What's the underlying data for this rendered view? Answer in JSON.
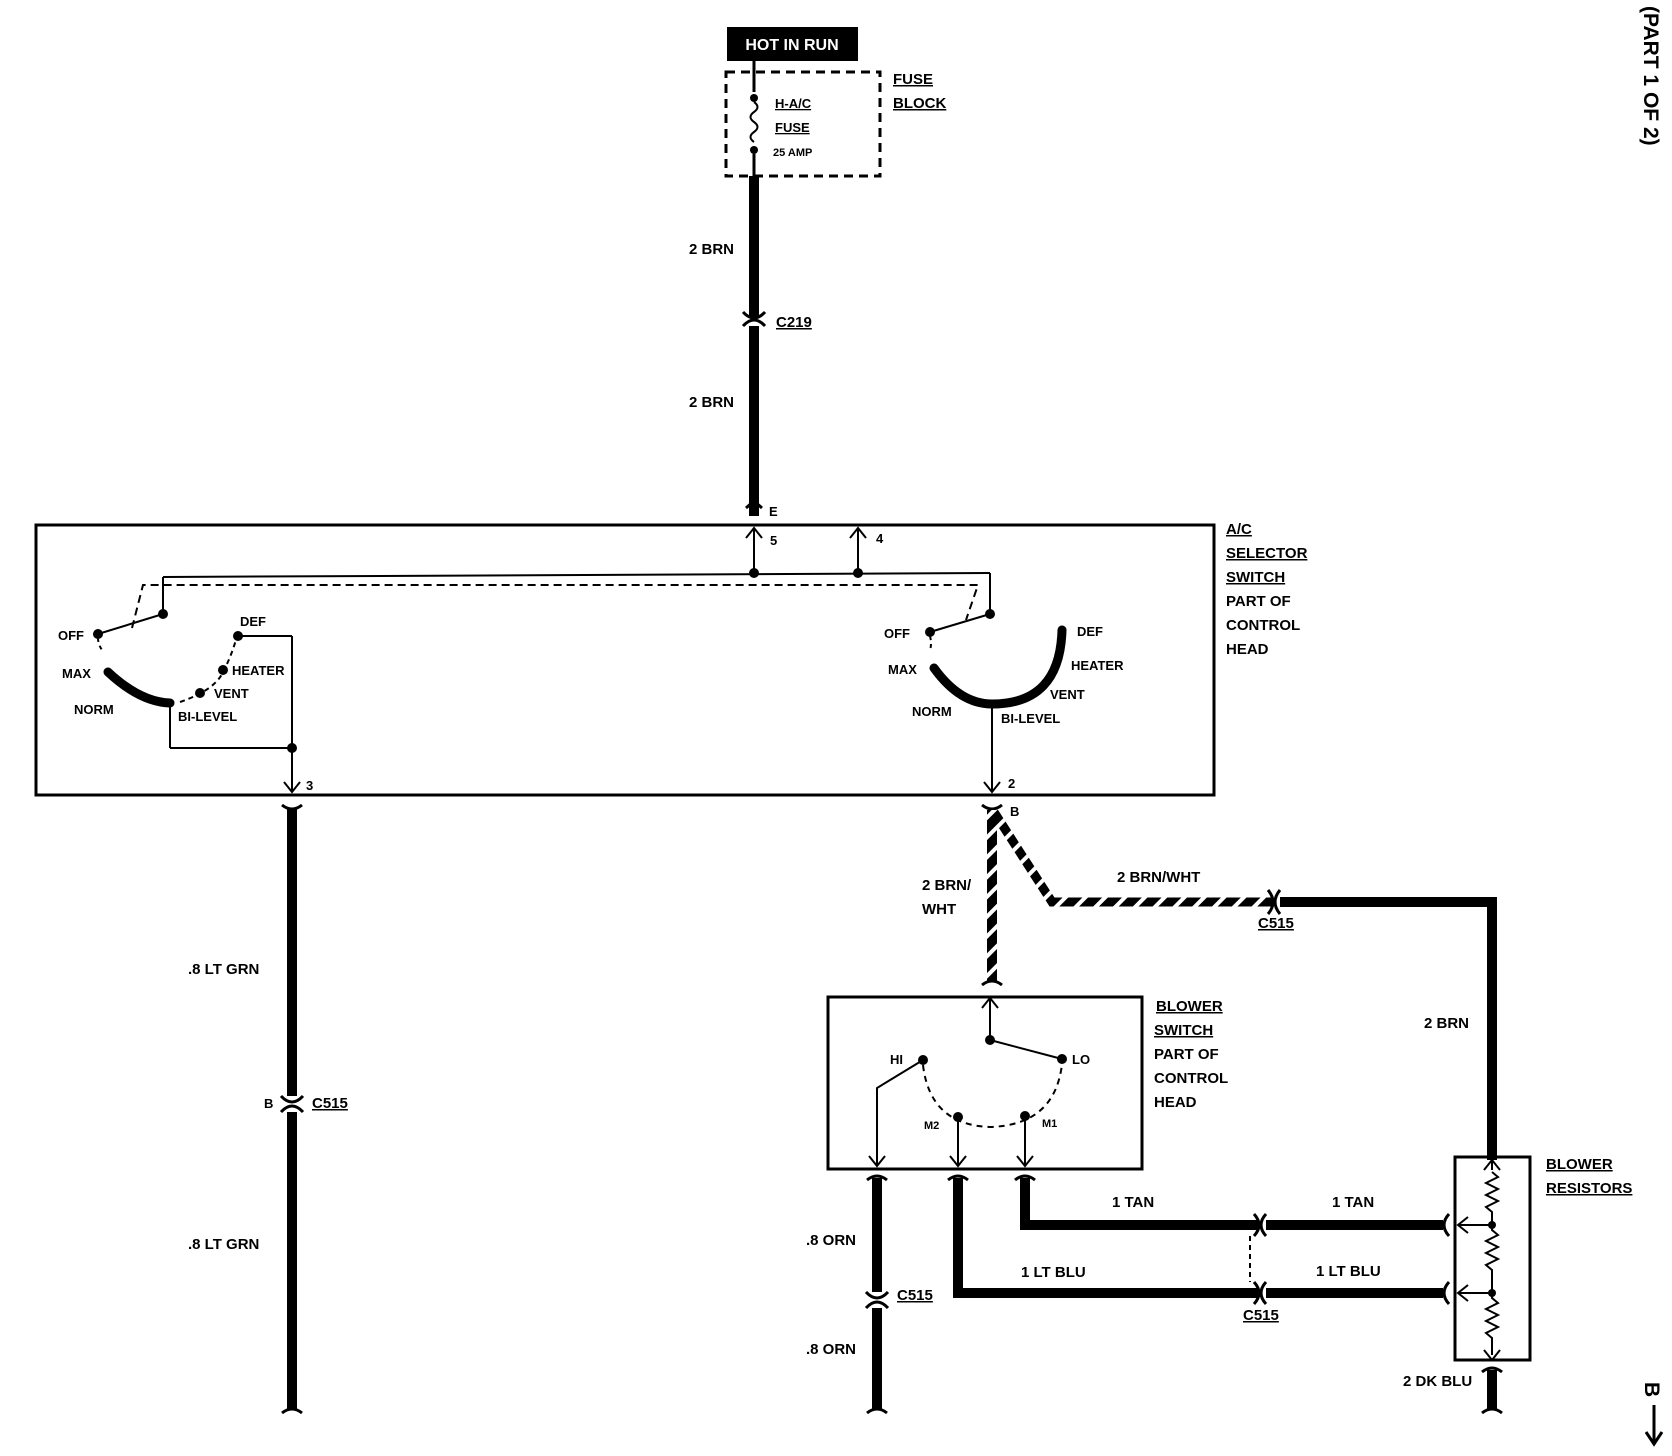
{
  "hot_in_run": "HOT IN RUN",
  "fuse_block": {
    "line1": "FUSE",
    "line2": "BLOCK"
  },
  "fuse": {
    "line1": "H-A/C",
    "line2": "FUSE",
    "rating": "25 AMP"
  },
  "wires": {
    "brn_upper": "2 BRN",
    "brn_lower": "2 BRN",
    "brn_wht_a": "2 BRN/",
    "brn_wht_b": "WHT",
    "brn_wht_long": "2 BRN/WHT",
    "brn_right": "2 BRN",
    "lt_grn_upper": ".8 LT GRN",
    "lt_grn_lower": ".8 LT GRN",
    "orn_upper": ".8 ORN",
    "orn_lower": ".8 ORN",
    "tan_left": "1 TAN",
    "tan_right": "1 TAN",
    "lt_blu_left": "1 LT BLU",
    "lt_blu_right": "1 LT BLU",
    "dk_blu": "2 DK BLU"
  },
  "connectors": {
    "c219": "C219",
    "c515_top": "C515",
    "c515_left": "C515",
    "c515_orn": "C515",
    "c515_bottom": "C515"
  },
  "pins": {
    "e": "E",
    "p5": "5",
    "p4": "4",
    "p3": "3",
    "p2": "2",
    "b_right": "B",
    "b_left": "B"
  },
  "selector_switch": {
    "label": [
      "A/C",
      "SELECTOR",
      "SWITCH",
      "PART OF",
      "CONTROL",
      "HEAD"
    ],
    "left": {
      "off": "OFF",
      "max": "MAX",
      "norm": "NORM",
      "def": "DEF",
      "heater": "HEATER",
      "vent": "VENT",
      "bilevel": "BI-LEVEL"
    },
    "right": {
      "off": "OFF",
      "max": "MAX",
      "norm": "NORM",
      "def": "DEF",
      "heater": "HEATER",
      "vent": "VENT",
      "bilevel": "BI-LEVEL"
    }
  },
  "blower_switch": {
    "label": [
      "BLOWER",
      "SWITCH",
      "PART OF",
      "CONTROL",
      "HEAD"
    ],
    "hi": "HI",
    "lo": "LO",
    "m2": "M2",
    "m1": "M1"
  },
  "blower_resistors": {
    "label": [
      "BLOWER",
      "RESISTORS"
    ]
  },
  "side_title": "(PART 1 OF 2)",
  "continuation": "B"
}
